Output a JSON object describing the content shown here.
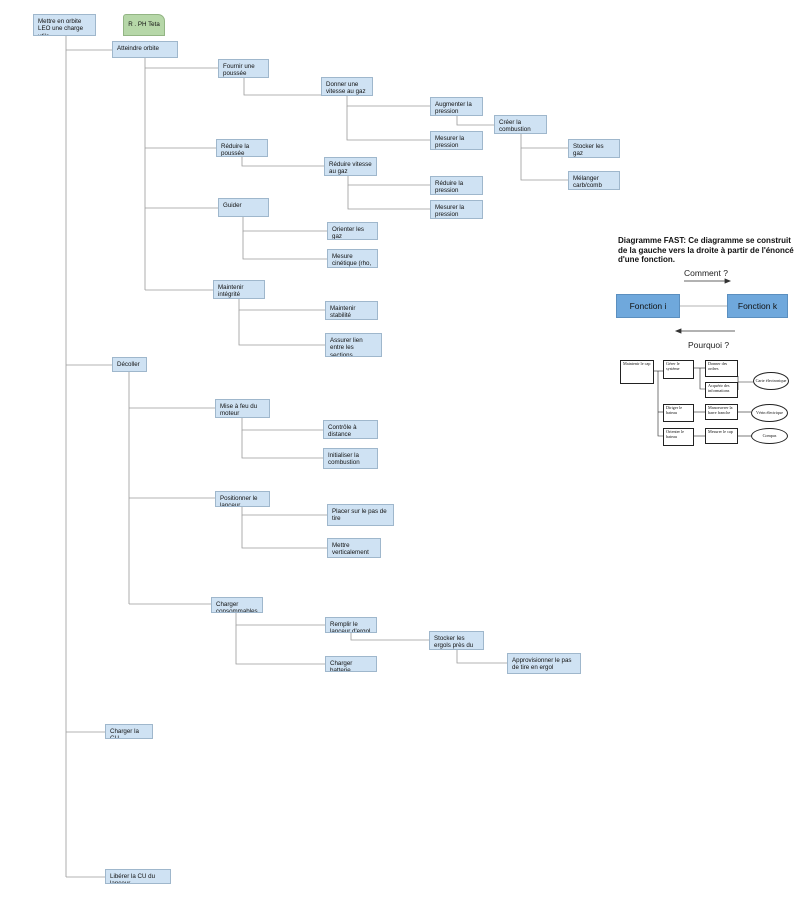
{
  "tree": {
    "root": "Mettre en orbite LEO une charge utile",
    "tag": "R . PH Teta",
    "atteindre_orbite": "Atteindre orbite",
    "fournir_poussee": "Fournir une poussée",
    "donner_vitesse": "Donner une vitesse au gaz",
    "augmenter_pression": "Augmenter la pression",
    "mesurer_pression_1": "Mesurer la pression",
    "creer_combustion": "Créer la combustion",
    "stocker_gaz": "Stocker les gaz",
    "melanger": "Mélanger carb/comb",
    "reduire_poussee": "Réduire la poussée",
    "reduire_vitesse": "Réduire  vitesse au gaz",
    "reduire_pression": "Réduire la pression",
    "mesurer_pression_2": "Mesurer la pression",
    "guider": "Guider",
    "orienter_gaz": "Orienter les gaz",
    "mesure_cinetique": "Mesure cinétique (rho, teta, phy....)",
    "maintenir_integrite": "Maintenir intégrité physique",
    "maintenir_stabilite": "Maintenir stabilité",
    "assurer_lien": "Assurer lien entre les sections principals",
    "decoller": "Décoller",
    "mise_a_feu": "Mise à feu du moteur",
    "controle_distance": "Contrôle à distance",
    "initialiser_combustion": "Initialiser la combustion",
    "positionner_lanceur": "Positionner le lanceur",
    "placer_pas_tire": "Placer sur le pas de tire",
    "mettre_vertical": "Mettre verticalement",
    "charger_consommables": "Charger consommables",
    "remplir_ergol": "Remplir le lanceur d'ergol",
    "stocker_ergols": "Stocker les ergols près du lanceur",
    "approvisionner": "Approvisionner le pas de tire en ergol",
    "charger_batterie": "Charger batterie",
    "charger_cu": "Charger la CU",
    "liberer_cu": "Libérer la CU du lanceur"
  },
  "legend": {
    "title": "Diagramme FAST: Ce diagramme se construit de la gauche vers la droite à partir de l'énoncé d'une fonction.",
    "comment": "Comment ?",
    "pourquoi": "Pourquoi ?",
    "fonction_i": "Fonction i",
    "fonction_k": "Fonction k"
  },
  "mini": {
    "maintenir_cap": "Maintenir le cap",
    "gerer_systeme": "Gérer le système",
    "donner_ordres": "Donner des ordres",
    "acquerir_info": "Acquérir des informations",
    "carte": "Carte électronique",
    "diriger_bateau": "Diriger le bateau",
    "manoeuvrer_barre": "Manoeuvrer la barre franche",
    "verin": "Vérin électrique",
    "orienter_bateau": "Orienter le bateau",
    "mesurer_cap": "Mesurer le cap",
    "compas": "Compas"
  },
  "colors": {
    "node": "#cfe2f3",
    "tag": "#b6d7a8",
    "fonction": "#6fa8dc",
    "line": "#9a9a9a"
  }
}
